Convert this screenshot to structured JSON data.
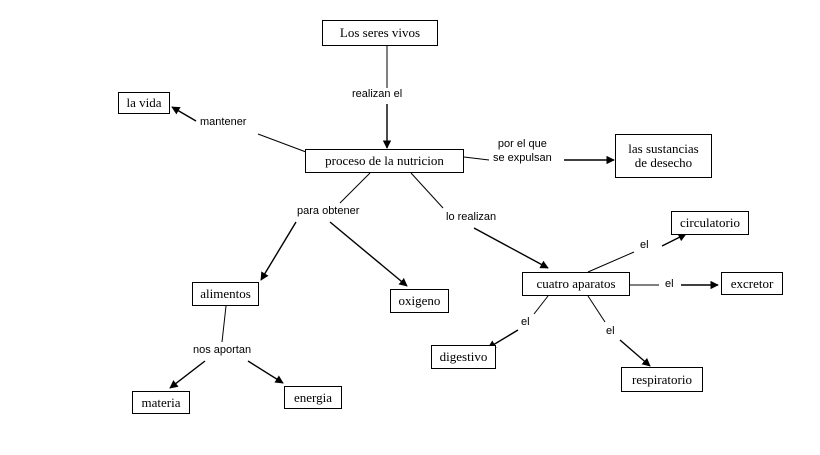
{
  "diagram": {
    "title": "Los seres vivos - concept map",
    "background_color": "#ffffff",
    "line_color": "#000000",
    "text_color": "#000000"
  },
  "nodes": [
    {
      "id": "seres-vivos",
      "label": "Los seres vivos"
    },
    {
      "id": "la-vida",
      "label": "la vida"
    },
    {
      "id": "proceso",
      "label": "proceso de la nutricion"
    },
    {
      "id": "sustancias",
      "label": "las sustancias",
      "label2": "de desecho"
    },
    {
      "id": "alimentos",
      "label": "alimentos"
    },
    {
      "id": "oxigeno",
      "label": "oxigeno"
    },
    {
      "id": "cuatro",
      "label": "cuatro aparatos"
    },
    {
      "id": "materia",
      "label": "materia"
    },
    {
      "id": "energia",
      "label": "energia"
    },
    {
      "id": "circulatorio",
      "label": "circulatorio"
    },
    {
      "id": "excretor",
      "label": "excretor"
    },
    {
      "id": "digestivo",
      "label": "digestivo"
    },
    {
      "id": "respiratorio",
      "label": "respiratorio"
    }
  ],
  "link_labels": [
    {
      "id": "realizan-el",
      "from": "seres-vivos",
      "to": "proceso",
      "label": "realizan el"
    },
    {
      "id": "mantener",
      "from": "proceso",
      "to": "la-vida",
      "label": "mantener"
    },
    {
      "id": "por-el-que",
      "from": "proceso",
      "to": "sustancias",
      "label": "por el que",
      "label2": "se expulsan"
    },
    {
      "id": "para-obtener",
      "from": "proceso",
      "to": "alimentos",
      "label": "para obtener"
    },
    {
      "id": "lo-realizan",
      "from": "proceso",
      "to": "cuatro",
      "label": "lo realizan"
    },
    {
      "id": "nos-aportan",
      "from": "alimentos",
      "to": "materia",
      "label": "nos aportan"
    },
    {
      "id": "el-circulatorio",
      "from": "cuatro",
      "to": "circulatorio",
      "label": "el"
    },
    {
      "id": "el-excretor",
      "from": "cuatro",
      "to": "excretor",
      "label": "el"
    },
    {
      "id": "el-digestivo",
      "from": "cuatro",
      "to": "digestivo",
      "label": "el"
    },
    {
      "id": "el-respiratorio",
      "from": "cuatro",
      "to": "respiratorio",
      "label": "el"
    }
  ]
}
